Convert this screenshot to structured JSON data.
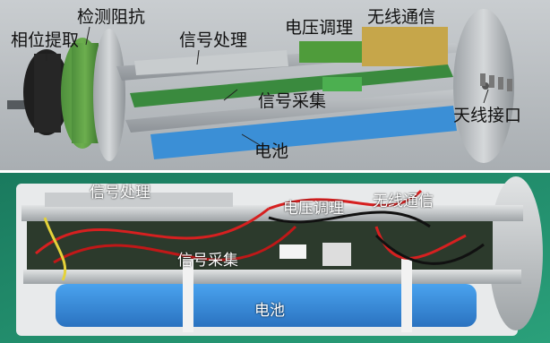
{
  "top_panel": {
    "labels": {
      "phase": "相位提取",
      "detect": "检测阻抗",
      "signal_proc": "信号处理",
      "voltage": "电压调理",
      "wireless": "无线通信",
      "signal_acq": "信号采集",
      "antenna": "天线接口",
      "battery": "电池"
    }
  },
  "bottom_panel": {
    "labels": {
      "signal_proc": "信号处理",
      "voltage": "电压调理",
      "wireless": "无线通信",
      "signal_acq": "信号采集",
      "battery": "电池"
    }
  },
  "colors": {
    "top_background": "#bfc3c6",
    "bottom_background": "#1f8a6a",
    "pcb_green": "#3a8a3e",
    "battery_blue": "#3b8fd6",
    "wireless_module": "#c6a64a",
    "rail_gray": "#a8adb1"
  }
}
